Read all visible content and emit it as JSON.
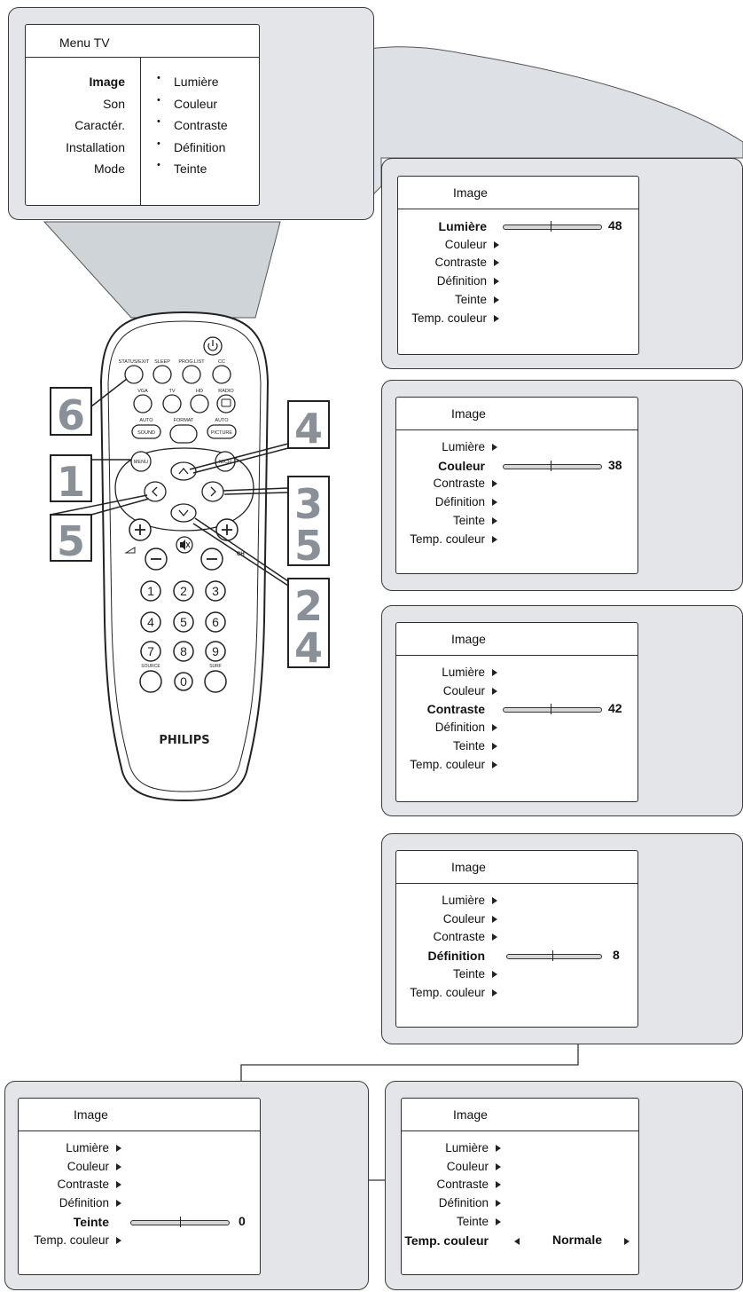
{
  "tv_menu": {
    "title": "Menu TV",
    "left_items": [
      {
        "label": "Image",
        "selected": true
      },
      {
        "label": "Son",
        "selected": false
      },
      {
        "label": "Caractér.",
        "selected": false
      },
      {
        "label": "Installation",
        "selected": false
      },
      {
        "label": "Mode",
        "selected": false
      }
    ],
    "right_items": [
      "Lumière",
      "Couleur",
      "Contraste",
      "Définition",
      "Teinte"
    ],
    "bullet": "•"
  },
  "image_menus": [
    {
      "title": "Image",
      "items": [
        "Lumière",
        "Couleur",
        "Contraste",
        "Définition",
        "Teinte",
        "Temp. couleur"
      ],
      "selected": 0,
      "value": "48",
      "level": 0.48
    },
    {
      "title": "Image",
      "items": [
        "Lumière",
        "Couleur",
        "Contraste",
        "Définition",
        "Teinte",
        "Temp. couleur"
      ],
      "selected": 1,
      "value": "38",
      "level": 0.48
    },
    {
      "title": "Image",
      "items": [
        "Lumière",
        "Couleur",
        "Contraste",
        "Définition",
        "Teinte",
        "Temp. couleur"
      ],
      "selected": 2,
      "value": "42",
      "level": 0.48
    },
    {
      "title": "Image",
      "items": [
        "Lumière",
        "Couleur",
        "Contraste",
        "Définition",
        "Teinte",
        "Temp. couleur"
      ],
      "selected": 3,
      "value": "8",
      "level": 0.48
    },
    {
      "title": "Image",
      "items": [
        "Lumière",
        "Couleur",
        "Contraste",
        "Définition",
        "Teinte",
        "Temp. couleur"
      ],
      "selected": 4,
      "value": "0",
      "level": 0.5
    },
    {
      "title": "Image",
      "items": [
        "Lumière",
        "Couleur",
        "Contraste",
        "Définition",
        "Teinte",
        "Temp. couleur"
      ],
      "selected": 5,
      "option": "Normale"
    }
  ],
  "remote": {
    "brand": "PHILIPS",
    "button_labels": {
      "status_exit": "STATUS/EXIT",
      "sleep": "SLEEP",
      "prog_list": "PROG.LIST",
      "cc": "CC",
      "vga": "VGA",
      "tv": "TV",
      "hd": "HD",
      "radio": "RADIO",
      "auto_sound_top": "AUTO",
      "sound": "SOUND",
      "format": "FORMAT",
      "auto_picture_top": "AUTO",
      "picture": "PICTURE",
      "menu": "MENU",
      "mch": "M/CH",
      "ch": "CH",
      "source": "SOURCE",
      "surf": "SURF"
    },
    "digits": [
      "1",
      "2",
      "3",
      "4",
      "5",
      "6",
      "7",
      "8",
      "9",
      "0"
    ],
    "icons": [
      "power-icon",
      "mute-icon",
      "up-arrow-icon",
      "down-arrow-icon",
      "left-arrow-icon",
      "right-arrow-icon",
      "plus-icon",
      "minus-icon",
      "volume-icon",
      "radio-icon"
    ]
  },
  "step_numbers": [
    "6",
    "1",
    "5",
    "4",
    "3",
    "5",
    "2",
    "4"
  ],
  "colors": {
    "frame_fill": "#e3e5e8",
    "frame_stroke": "#3a3a3a",
    "step_number": "#8a9097"
  }
}
